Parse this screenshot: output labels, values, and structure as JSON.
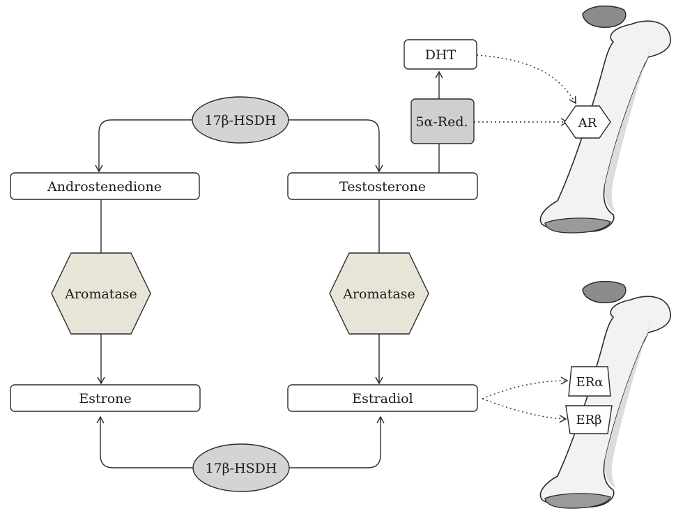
{
  "nodes": {
    "dht": "DHT",
    "red": "5α-Red.",
    "hsdh_top": "17β-HSDH",
    "hsdh_bottom": "17β-HSDH",
    "androstenedione": "Androstenedione",
    "testosterone": "Testosterone",
    "aromatase_left": "Aromatase",
    "aromatase_right": "Aromatase",
    "estrone": "Estrone",
    "estradiol": "Estradiol"
  },
  "receptors": {
    "ar": "AR",
    "er_alpha": "ERα",
    "er_beta": "ERβ"
  },
  "colors": {
    "enzyme_oval": "#d4d4d4",
    "red_box": "#cfcfcf",
    "aromatase_fill": "#e8e5d8",
    "bone_fill": "#f2f2f0",
    "bone_shadow": "#c9c9c9",
    "bone_head": "#8c8c8c",
    "stroke": "#2a2a2a"
  }
}
